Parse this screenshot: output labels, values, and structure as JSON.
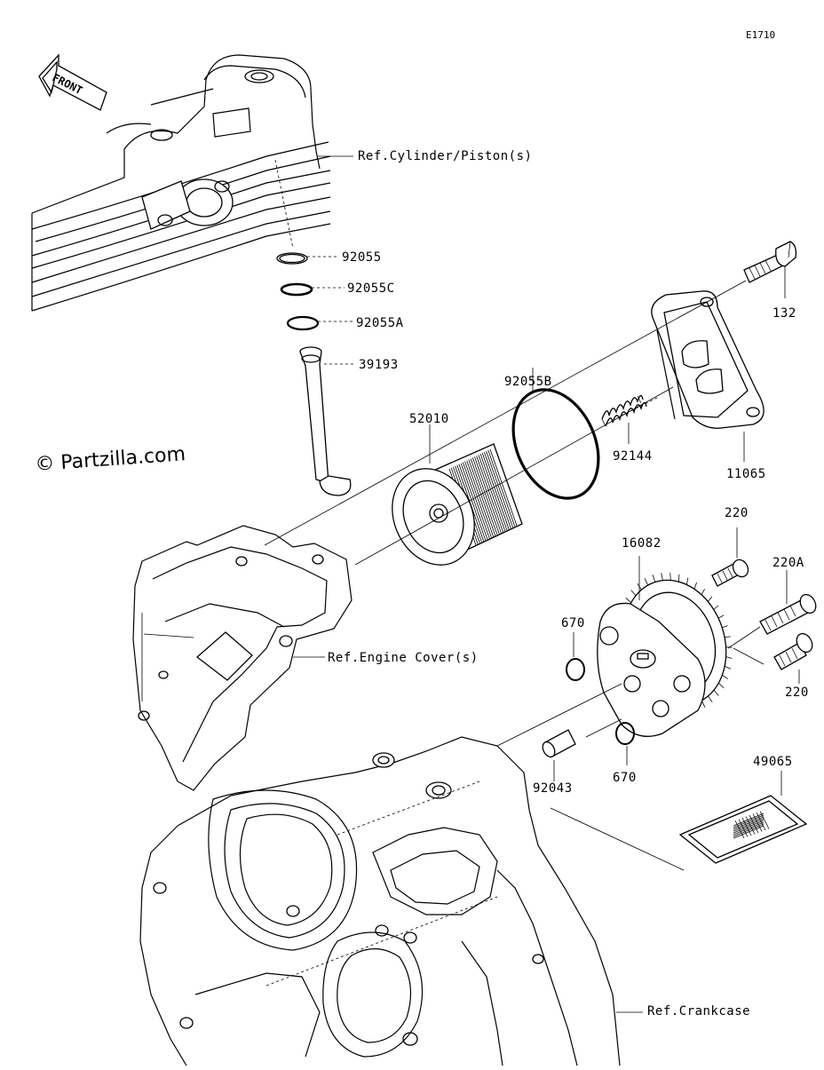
{
  "diagram_code": "E1710",
  "watermark": "© Partzilla.com",
  "front_arrow": "FRONT",
  "references": {
    "cylinder": "Ref.Cylinder/Piston(s)",
    "engine_cover": "Ref.Engine Cover(s)",
    "crankcase": "Ref.Crankcase"
  },
  "parts": [
    {
      "id": "p92055",
      "number": "92055",
      "name": "O-ring"
    },
    {
      "id": "p92055C",
      "number": "92055C",
      "name": "O-ring"
    },
    {
      "id": "p92055A",
      "number": "92055A",
      "name": "O-ring"
    },
    {
      "id": "p39193",
      "number": "39193",
      "name": "Pipe"
    },
    {
      "id": "p92055B",
      "number": "92055B",
      "name": "O-ring"
    },
    {
      "id": "p52010",
      "number": "52010",
      "name": "Oil filter"
    },
    {
      "id": "p92144",
      "number": "92144",
      "name": "Spring"
    },
    {
      "id": "p11065",
      "number": "11065",
      "name": "Cover"
    },
    {
      "id": "p132",
      "number": "132",
      "name": "Bolt"
    },
    {
      "id": "p220a",
      "number": "220",
      "name": "Screw"
    },
    {
      "id": "p220A",
      "number": "220A",
      "name": "Screw"
    },
    {
      "id": "p220b",
      "number": "220",
      "name": "Screw"
    },
    {
      "id": "p16082",
      "number": "16082",
      "name": "Oil pump"
    },
    {
      "id": "p670a",
      "number": "670",
      "name": "O-ring"
    },
    {
      "id": "p670b",
      "number": "670",
      "name": "O-ring"
    },
    {
      "id": "p92043",
      "number": "92043",
      "name": "Pin"
    },
    {
      "id": "p49065",
      "number": "49065",
      "name": "Screen"
    }
  ]
}
